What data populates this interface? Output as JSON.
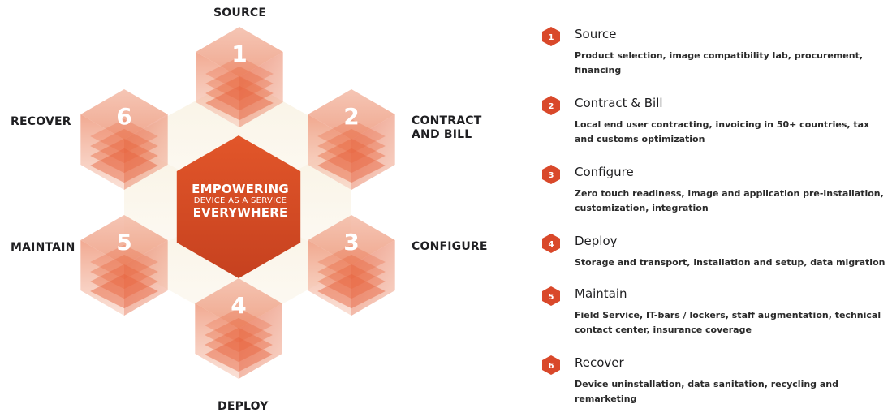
{
  "diagram": {
    "center": {
      "line1": "EMPOWERING",
      "line2": "DEVICE AS A SERVICE",
      "line3": "EVERYWHERE"
    },
    "nodes": [
      {
        "number": "1",
        "label": "SOURCE"
      },
      {
        "number": "2",
        "label": "CONTRACT AND BILL"
      },
      {
        "number": "3",
        "label": "CONFIGURE"
      },
      {
        "number": "4",
        "label": "DEPLOY"
      },
      {
        "number": "5",
        "label": "MAINTAIN"
      },
      {
        "number": "6",
        "label": "RECOVER"
      }
    ],
    "colors": {
      "accent": "#e4572e",
      "center": "#d94f27",
      "badge": "#d9482a"
    }
  },
  "legend": {
    "items": [
      {
        "number": "1",
        "title": "Source",
        "description": "Product selection, image compatibility lab, procurement, financing"
      },
      {
        "number": "2",
        "title": "Contract & Bill",
        "description": "Local end user contracting, invoicing in 50+ countries, tax and customs optimization"
      },
      {
        "number": "3",
        "title": "Configure",
        "description": "Zero touch readiness, image and application pre-installation, customization, integration"
      },
      {
        "number": "4",
        "title": "Deploy",
        "description": "Storage and transport, installation and setup, data migration"
      },
      {
        "number": "5",
        "title": "Maintain",
        "description": "Field Service, IT-bars / lockers, staff augmentation, technical contact center, insurance coverage"
      },
      {
        "number": "6",
        "title": "Recover",
        "description": "Device uninstallation, data sanitation, recycling and remarketing"
      }
    ]
  }
}
